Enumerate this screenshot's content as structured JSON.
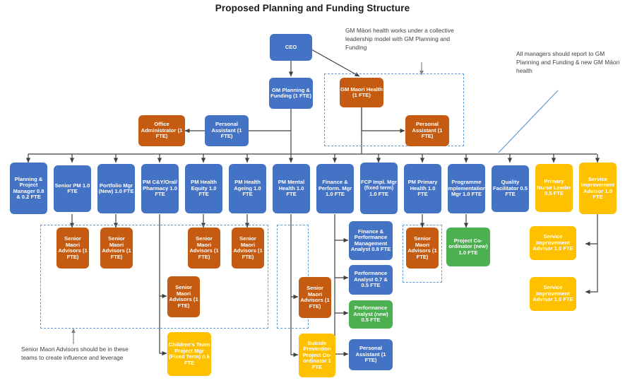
{
  "title": "Proposed Planning and Funding Structure",
  "colors": {
    "blue": "#4472C4",
    "orange": "#C55A11",
    "gold": "#FFC000",
    "green": "#4CAF50",
    "dashed_border": "#5B9BD5",
    "connector": "#404040",
    "note_text": "#3f3f3f"
  },
  "notes": [
    {
      "id": "note-collective-leadership",
      "text": "GM Māori health works under a collective leadership model with GM Planning and Funding"
    },
    {
      "id": "note-all-managers-report",
      "text": "All managers should report to GM Planning and Funding & new GM Māori health"
    },
    {
      "id": "note-senior-maori-advisors",
      "text": "Senior Maori Advisors should be in these teams to create influence and leverage"
    }
  ],
  "executive": [
    {
      "id": "ceo",
      "label": "CEO",
      "color": "blue"
    },
    {
      "id": "gm-planning-funding",
      "label": "GM Planning & Funding (1 FTE)",
      "color": "blue"
    },
    {
      "id": "gm-maori-health",
      "label": "GM Maori Health (1 FTE)",
      "color": "orange"
    },
    {
      "id": "personal-assistant-maori",
      "label": "Personal Assistant (1 FTE)",
      "color": "orange"
    },
    {
      "id": "personal-assistant-gm",
      "label": "Personal Assistant (1 FTE)",
      "color": "blue"
    },
    {
      "id": "office-administrator",
      "label": "Office Administrator (1 FTE)",
      "color": "orange"
    }
  ],
  "managers": [
    {
      "id": "planning-project-manager",
      "label": "Planning & Project Manager 0.8 & 0.2 FTE",
      "color": "blue"
    },
    {
      "id": "senior-pm",
      "label": "Senior PM 1.0 FTE",
      "color": "blue"
    },
    {
      "id": "portfolio-mgr",
      "label": "Portfolio Mgr (New) 1.0 FTE",
      "color": "blue"
    },
    {
      "id": "pm-cyf-oral-pharmacy",
      "label": "PM C&Y/Oral/ Pharmacy 1.0 FTE",
      "color": "blue"
    },
    {
      "id": "pm-health-equity",
      "label": "PM Health Equity 1.0 FTE",
      "color": "blue"
    },
    {
      "id": "pm-health-ageing",
      "label": "PM Health Ageing 1.0 FTE",
      "color": "blue"
    },
    {
      "id": "pm-mental-health",
      "label": "PM Mental Health 1.0 FTE",
      "color": "blue"
    },
    {
      "id": "finance-perform-mgr",
      "label": "Finance & Perform. Mgr 1.0 FTE",
      "color": "blue"
    },
    {
      "id": "fcp-impl-mgr",
      "label": "FCP Impl. Mgr (fixed term) 1.0 FTE",
      "color": "blue"
    },
    {
      "id": "pm-primary-health",
      "label": "PM Primary Health 1.0 FTE",
      "color": "blue"
    },
    {
      "id": "programme-implementation-mgr",
      "label": "Programme Implementation Mgr 1.0 FTE",
      "color": "blue"
    },
    {
      "id": "quality-facilitator",
      "label": "Quality Facilitator 0.5 FTE",
      "color": "blue"
    },
    {
      "id": "primary-nurse-leader",
      "label": "Primary Nurse Leader 0.5 FTE",
      "color": "gold"
    },
    {
      "id": "service-improvement-advisor-top",
      "label": "Service Improvement Advisor 1.0 FTE",
      "color": "gold"
    }
  ],
  "reports": [
    {
      "id": "senior-maori-advisors-1",
      "label": "Senior Maori Advisors (1 FTE)",
      "color": "orange"
    },
    {
      "id": "senior-maori-advisors-2",
      "label": "Senior Maori Advisors (1 FTE)",
      "color": "orange"
    },
    {
      "id": "senior-maori-advisors-3",
      "label": "Senior Maori Advisors (1 FTE)",
      "color": "orange"
    },
    {
      "id": "senior-maori-advisors-4",
      "label": "Senior Maori Advisors (1 FTE)",
      "color": "orange"
    },
    {
      "id": "senior-maori-advisors-5",
      "label": "Senior Maori Advisors (1 FTE)",
      "color": "orange"
    },
    {
      "id": "senior-maori-advisors-6",
      "label": "Senior Maori Advisors (1 FTE)",
      "color": "orange"
    },
    {
      "id": "senior-maori-advisors-7",
      "label": "Senior Maori Advisors (1 FTE)",
      "color": "orange"
    },
    {
      "id": "childrens-team-project-mgr",
      "label": "Children's Team Project Mgr (Fixed Term) 0.6 FTE",
      "color": "gold"
    },
    {
      "id": "suicide-prevention-coordinator",
      "label": "Suicide Prevention Project Co-ordinator 1 FTE",
      "color": "gold"
    },
    {
      "id": "finance-performance-management-analyst",
      "label": "Finance & Performance Management Analyst 0.8 FTE",
      "color": "blue"
    },
    {
      "id": "performance-analyst",
      "label": "Performance Analyst 0.7 & 0.5 FTE",
      "color": "blue"
    },
    {
      "id": "performance-analyst-new",
      "label": "Performance Analyst (new) 0.5 FTE",
      "color": "green"
    },
    {
      "id": "personal-assistant-finance",
      "label": "Personal Assistant (1 FTE)",
      "color": "blue"
    },
    {
      "id": "project-coordinator-new",
      "label": "Project Co-ordinator (new) 1.0 FTE",
      "color": "green"
    },
    {
      "id": "service-improvement-advisor-1",
      "label": "Service Improvement Advisor 1.0 FTE",
      "color": "gold"
    },
    {
      "id": "service-improvement-advisor-2",
      "label": "Service Improvement Advisor 1.0 FTE",
      "color": "gold"
    }
  ]
}
